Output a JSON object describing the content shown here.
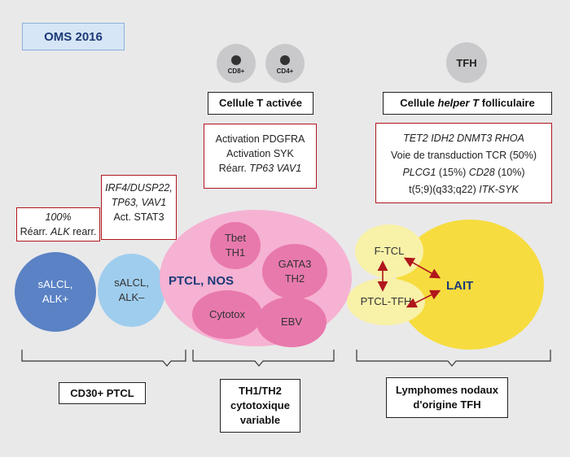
{
  "header": {
    "title": "OMS 2016"
  },
  "top_circles": {
    "cd8": "CD8+",
    "cd4": "CD4+",
    "tfh": "TFH"
  },
  "headers": {
    "activated_t_cell": "Cellule T activée",
    "tfh_cell_prefix": "Cellule ",
    "tfh_cell_italic": "helper T",
    "tfh_cell_suffix": " folliculaire"
  },
  "boxes": {
    "salcl_alk_pos": {
      "line1": "100%",
      "line2_prefix": "Réarr. ",
      "line2_italic": "ALK",
      "line2_suffix": " rearr."
    },
    "salcl_alk_neg": {
      "line1": "IRF4/DUSP22,",
      "line2": "TP63, VAV1",
      "line3": "Act. STAT3"
    },
    "ptcl_nos": {
      "line1": "Activation PDGFRA",
      "line2": "Activation SYK",
      "line3_prefix": "Réarr. ",
      "line3_italic": "TP63 VAV1"
    },
    "tfh": {
      "line1": "TET2 IDH2 DNMT3 RHOA",
      "line2": "Voie de transduction TCR (50%)",
      "line3_a": "PLCG1",
      "line3_b": " (15%) ",
      "line3_c": "CD28",
      "line3_d": " (10%)",
      "line4_a": "t(5;9)(q33;q22) ",
      "line4_b": "ITK-SYK"
    }
  },
  "entities": {
    "salcl_pos": [
      "sALCL,",
      "ALK+"
    ],
    "salcl_neg": [
      "sALCL,",
      "ALK–"
    ],
    "ptcl_nos": "PTCL, NOS",
    "tbet": [
      "Tbet",
      "TH1"
    ],
    "gata3": [
      "GATA3",
      "TH2"
    ],
    "cytotox": "Cytotox",
    "ebv": "EBV",
    "ftcl": "F-TCL",
    "ptcl_tfh": "PTCL-TFH",
    "lait": "LAIT"
  },
  "groups": {
    "cd30": "CD30+ PTCL",
    "th1th2": [
      "TH1/TH2",
      "cytotoxique",
      "variable"
    ],
    "tfh_origin": [
      "Lymphomes nodaux",
      "d'origine TFH"
    ]
  },
  "colors": {
    "accent_red": "#b0161c",
    "header_blue": "#1c3a78",
    "alk_pos": "#5a82c4",
    "alk_neg": "#9fcdee",
    "ptcl_pink": "#f6b2d2",
    "sub_pink": "#e879ad",
    "tfh_yellow": "#f5e0a0",
    "lait_yellow": "#f7dc3f",
    "background": "#e9e9ea"
  }
}
